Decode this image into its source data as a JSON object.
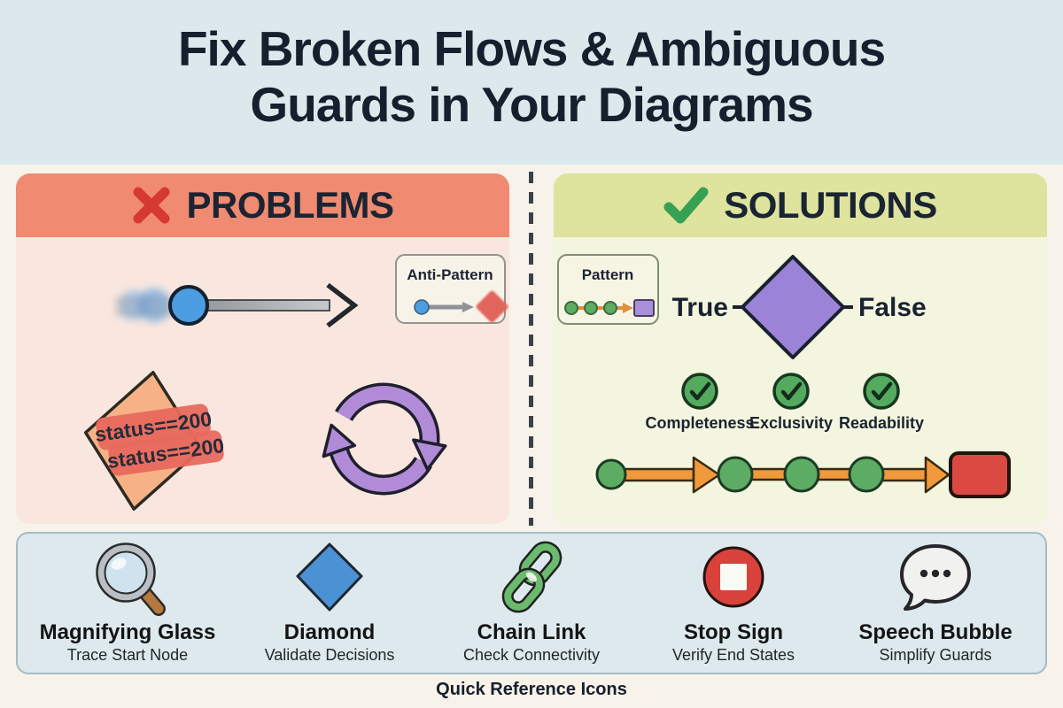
{
  "title": {
    "line1": "Fix Broken Flows & Ambiguous",
    "line2": "Guards in Your Diagrams"
  },
  "problems": {
    "header": "PROBLEMS",
    "anti_pattern_label": "Anti-Pattern",
    "guard_labels": [
      "status==200",
      "status==200"
    ]
  },
  "solutions": {
    "header": "SOLUTIONS",
    "pattern_label": "Pattern",
    "branch_true": "True",
    "branch_false": "False",
    "criteria": [
      "Completeness",
      "Exclusivity",
      "Readability"
    ]
  },
  "reference": {
    "caption": "Quick Reference Icons",
    "items": [
      {
        "icon": "magnifying-glass-icon",
        "name": "Magnifying Glass",
        "tip": "Trace Start Node"
      },
      {
        "icon": "diamond-icon",
        "name": "Diamond",
        "tip": "Validate Decisions"
      },
      {
        "icon": "chain-link-icon",
        "name": "Chain Link",
        "tip": "Check Connectivity"
      },
      {
        "icon": "stop-sign-icon",
        "name": "Stop Sign",
        "tip": "Verify End States"
      },
      {
        "icon": "speech-bubble-icon",
        "name": "Speech Bubble",
        "tip": "Simplify Guards"
      }
    ]
  },
  "colors": {
    "top_band": "#dde8ec",
    "page_background": "#f7f3ea",
    "title_text": "#151f2d",
    "problems_header": "#f08a70",
    "problems_body": "#f9e7df",
    "x_mark": "#d63832",
    "solutions_header": "#dee39e",
    "solutions_body": "#f3f5de",
    "check_mark": "#37a153",
    "node_blue": "#4d9de2",
    "guard_pill": "#e8695d",
    "diamond_orange": "#f6b286",
    "loop_purple": "#b18bd8",
    "decision_purple": "#9b84d8",
    "flow_green": "#5cad63",
    "flow_orange": "#f09a3c",
    "end_red": "#da4a43",
    "ref_strip": "#dde9ec"
  }
}
